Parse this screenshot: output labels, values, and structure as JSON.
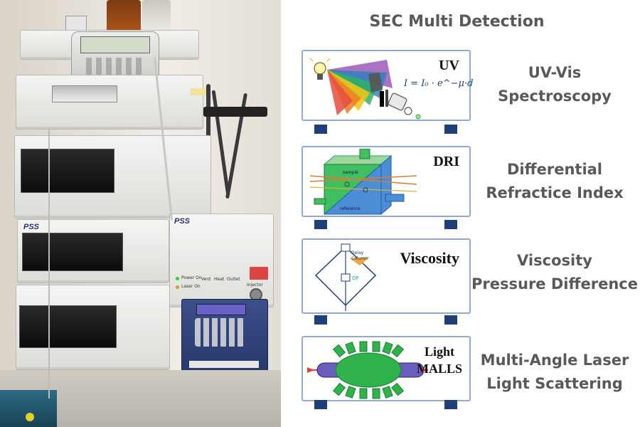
{
  "title": "SEC Multi Detection",
  "photo": {
    "brand": "PSS",
    "panel_labels": {
      "power_on": "Power On",
      "laser_on": "Laser On",
      "vent": "Vent",
      "heat": "Heat",
      "outlet": "Outlet",
      "injector": "Injector"
    }
  },
  "detectors": [
    {
      "id": "uv",
      "label": "UV",
      "formula": "I = I₀ · e^−μ·d",
      "description_lines": [
        "UV-Vis",
        "Spectroscopy"
      ]
    },
    {
      "id": "dri",
      "label": "DRI",
      "cell_labels": {
        "sample": "sample",
        "reference": "reference"
      },
      "description_lines": [
        "Differential",
        "Refractice Index"
      ]
    },
    {
      "id": "viscosity",
      "label": "Viscosity",
      "bridge_labels": {
        "delay": "Delay\nColumn",
        "dp": "DP"
      },
      "description_lines": [
        "Viscosity",
        "Pressure Difference"
      ]
    },
    {
      "id": "malls",
      "label_lines": [
        "Light",
        "MALLS"
      ],
      "description_lines": [
        "Multi-Angle Laser",
        "Light Scattering"
      ]
    }
  ],
  "colors": {
    "card_border": "#8faad6",
    "card_feet": "#1f3f78",
    "heading_text": "#595959",
    "malls_green": "#2fb24a"
  }
}
